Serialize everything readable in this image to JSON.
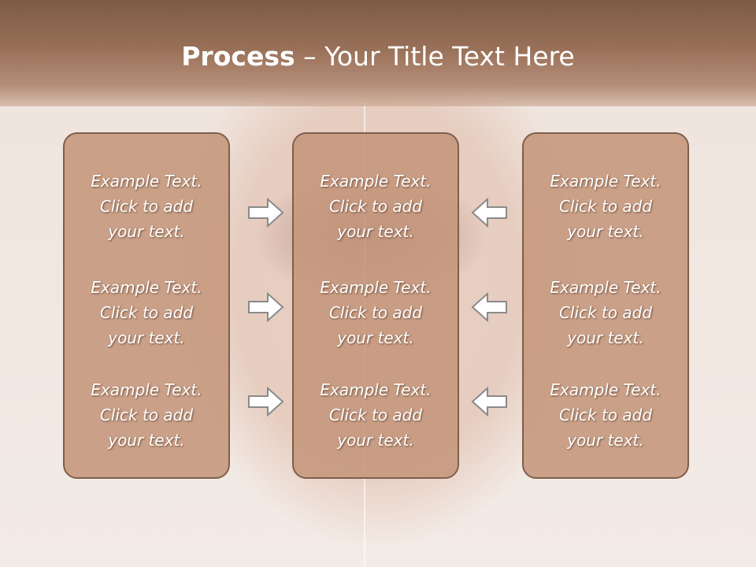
{
  "title": {
    "bold": "Process",
    "rest": " – Your Title Text Here"
  },
  "columns": [
    {
      "items": [
        {
          "line1": "Example Text.",
          "line2": "Click  to add",
          "line3": "your text."
        },
        {
          "line1": "Example Text.",
          "line2": "Click  to add",
          "line3": "your text."
        },
        {
          "line1": "Example Text.",
          "line2": "Click  to add",
          "line3": "your text."
        }
      ]
    },
    {
      "items": [
        {
          "line1": "Example Text.",
          "line2": "Click  to add",
          "line3": "your text."
        },
        {
          "line1": "Example Text.",
          "line2": "Click  to add",
          "line3": "your text."
        },
        {
          "line1": "Example Text.",
          "line2": "Click  to add",
          "line3": "your text."
        }
      ]
    },
    {
      "items": [
        {
          "line1": "Example Text.",
          "line2": "Click  to add",
          "line3": "your text."
        },
        {
          "line1": "Example Text.",
          "line2": "Click  to add",
          "line3": "your text."
        },
        {
          "line1": "Example Text.",
          "line2": "Click  to add",
          "line3": "your text."
        }
      ]
    }
  ],
  "arrows": {
    "left_group": "right-arrow-icon",
    "right_group": "left-arrow-icon"
  },
  "colors": {
    "title_band": "#986f57",
    "box_fill": "#c4967b",
    "box_border": "#7f5e4c",
    "text": "#ffffff"
  }
}
